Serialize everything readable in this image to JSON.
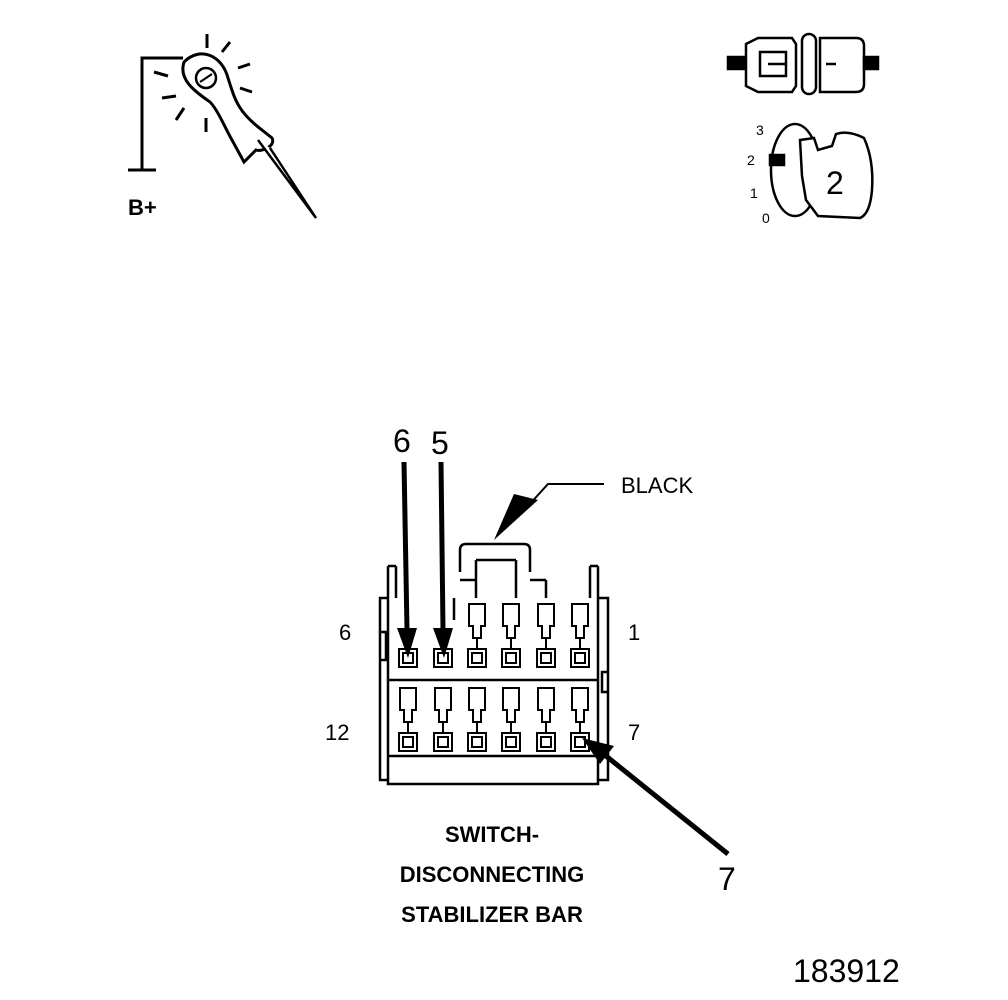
{
  "probe": {
    "supply_label": "B+"
  },
  "ignition": {
    "positions": [
      "3",
      "2",
      "1",
      "0"
    ],
    "key_number": "2"
  },
  "callouts": {
    "pin_a": "6",
    "pin_b": "5",
    "pin_c": "7",
    "housing_color": "BLACK"
  },
  "connector": {
    "row1_left": "6",
    "row1_right": "1",
    "row2_left": "12",
    "row2_right": "7",
    "title_lines": [
      "SWITCH-",
      "DISCONNECTING",
      "STABILIZER BAR"
    ]
  },
  "figure_id": "183912"
}
